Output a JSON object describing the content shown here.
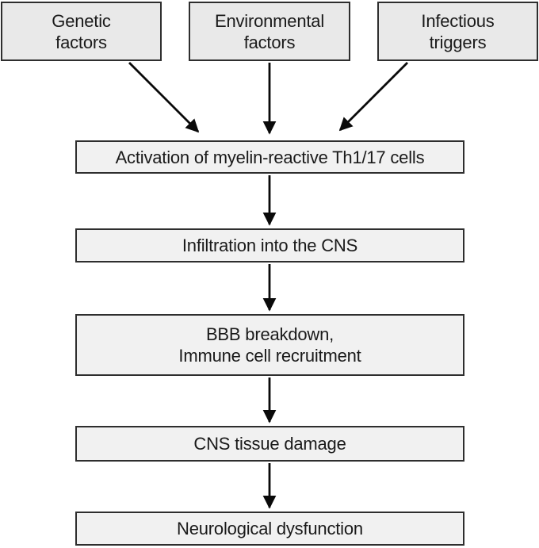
{
  "colors": {
    "cause_fill": "#e9e9e9",
    "stage_fill": "#f1f1f1",
    "box_border": "#2e2e2e",
    "arrow": "#0a0a0a",
    "background": "#ffffff"
  },
  "diagram": {
    "causes": [
      {
        "label": "Genetic\nfactors"
      },
      {
        "label": "Environmental\nfactors"
      },
      {
        "label": "Infectious\ntriggers"
      }
    ],
    "stages": [
      {
        "label": "Activation of myelin-reactive Th1/17 cells"
      },
      {
        "label": "Infiltration into the CNS"
      },
      {
        "label": "BBB breakdown,\nImmune cell recruitment"
      },
      {
        "label": "CNS tissue damage"
      },
      {
        "label": "Neurological dysfunction"
      }
    ]
  }
}
